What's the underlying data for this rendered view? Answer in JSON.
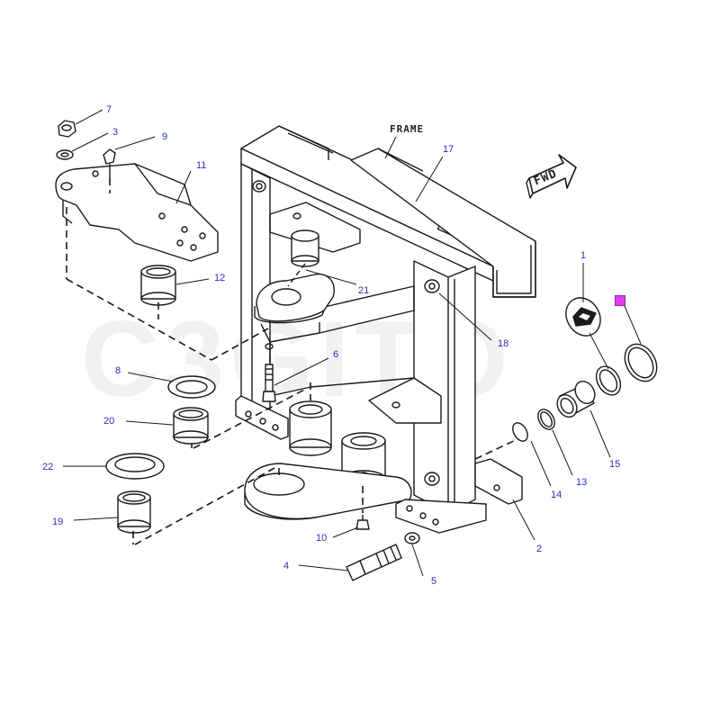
{
  "diagram": {
    "frame_label": "FRAME",
    "fwd_label": "FWD",
    "watermark": "C3GITO",
    "callouts": {
      "c1": "1",
      "c2": "2",
      "c3": "3",
      "c4": "4",
      "c5": "5",
      "c6": "6",
      "c7": "7",
      "c8": "8",
      "c9": "9",
      "c10": "10",
      "c11": "11",
      "c12": "12",
      "c13": "13",
      "c14": "14",
      "c15": "15",
      "c17": "17",
      "c18": "18",
      "c19": "19",
      "c20": "20",
      "c21": "21",
      "c22": "22"
    },
    "colors": {
      "callout_text": "#2a2fb8",
      "line": "#1a1a1a",
      "highlight": "#e43cf0"
    }
  }
}
